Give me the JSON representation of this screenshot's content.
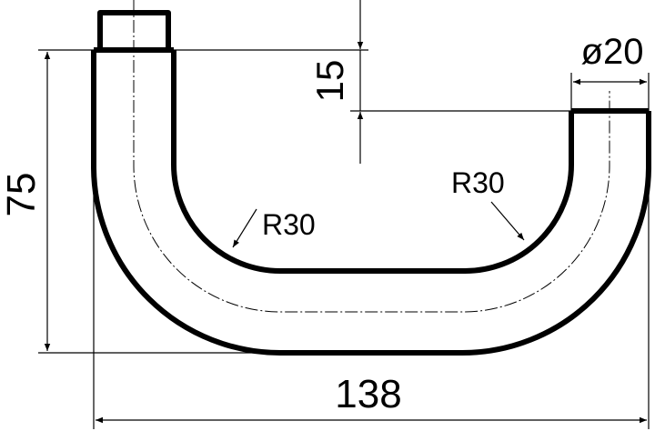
{
  "dimensions": {
    "height_total": "75",
    "step_height": "15",
    "diameter": "ø20",
    "width_total": "138",
    "radius_left": "R30",
    "radius_right": "R30"
  }
}
